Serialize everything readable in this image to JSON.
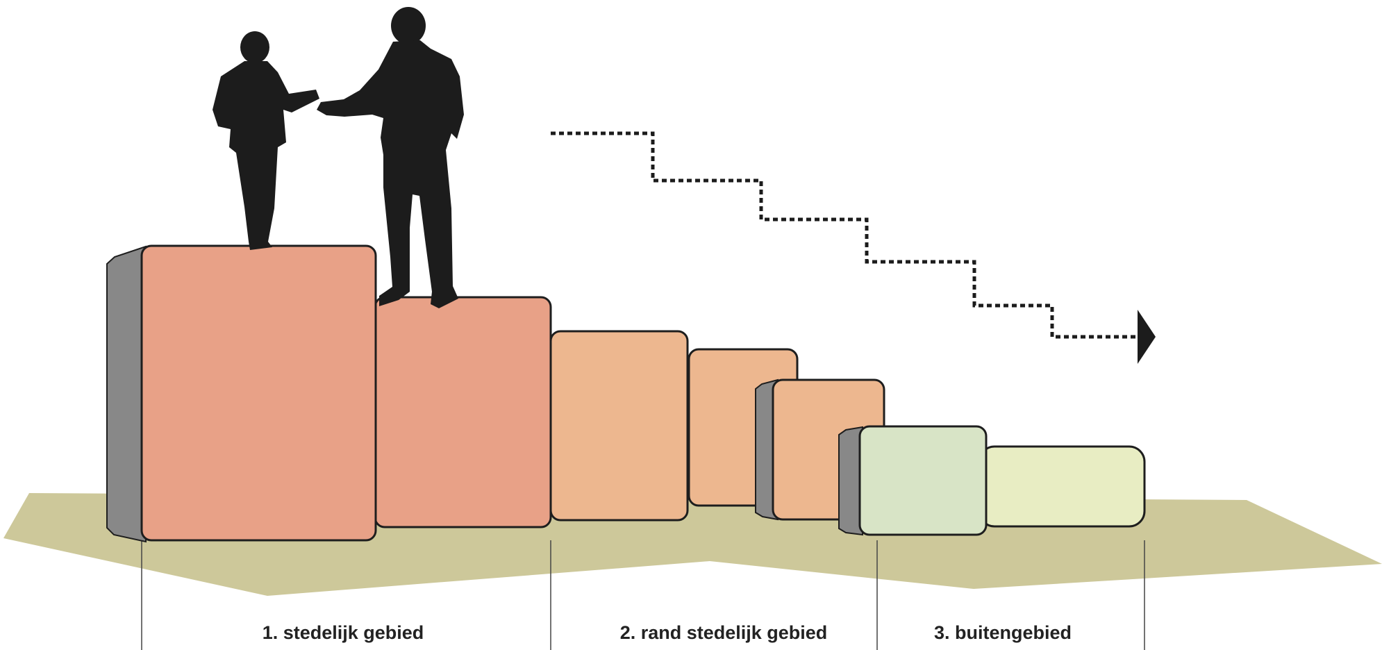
{
  "colors": {
    "ground": "#cdc89a",
    "urban_block": "#e8a187",
    "edge_block": "#edb78f",
    "rural_block_dark": "#d8e4c6",
    "rural_block_light": "#e8edc3",
    "side_shadow": "#888888",
    "outline": "#1e1e1e",
    "silhouette": "#1c1c1c",
    "divider": "#444444"
  },
  "icons": {
    "people": "silhouette-adult-and-child",
    "arrow": "dotted-staircase-arrow"
  },
  "zones": [
    {
      "label": "1. stedelijk gebied"
    },
    {
      "label": "2. rand stedelijk gebied"
    },
    {
      "label": "3. buitengebied"
    }
  ]
}
